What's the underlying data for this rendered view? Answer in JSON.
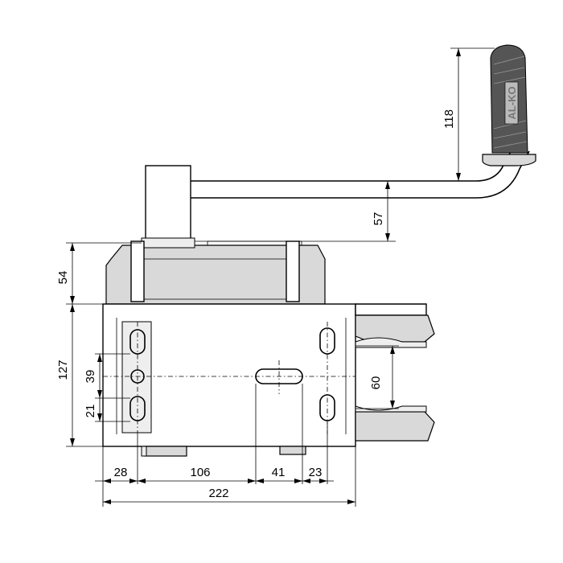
{
  "dimensions": {
    "handle_height": "118",
    "crank_offset": "57",
    "top_height": "54",
    "body_height": "127",
    "hole_spacing_39": "39",
    "hole_offset_21": "21",
    "slot_spacing_60": "60",
    "base_28": "28",
    "base_106": "106",
    "base_41": "41",
    "base_23": "23",
    "overall_width": "222"
  },
  "logo": {
    "text": "AL-KO"
  },
  "colors": {
    "line": "#000000",
    "housing": "#d9d9d9",
    "plate": "#ffffff",
    "grip": "#555555"
  }
}
